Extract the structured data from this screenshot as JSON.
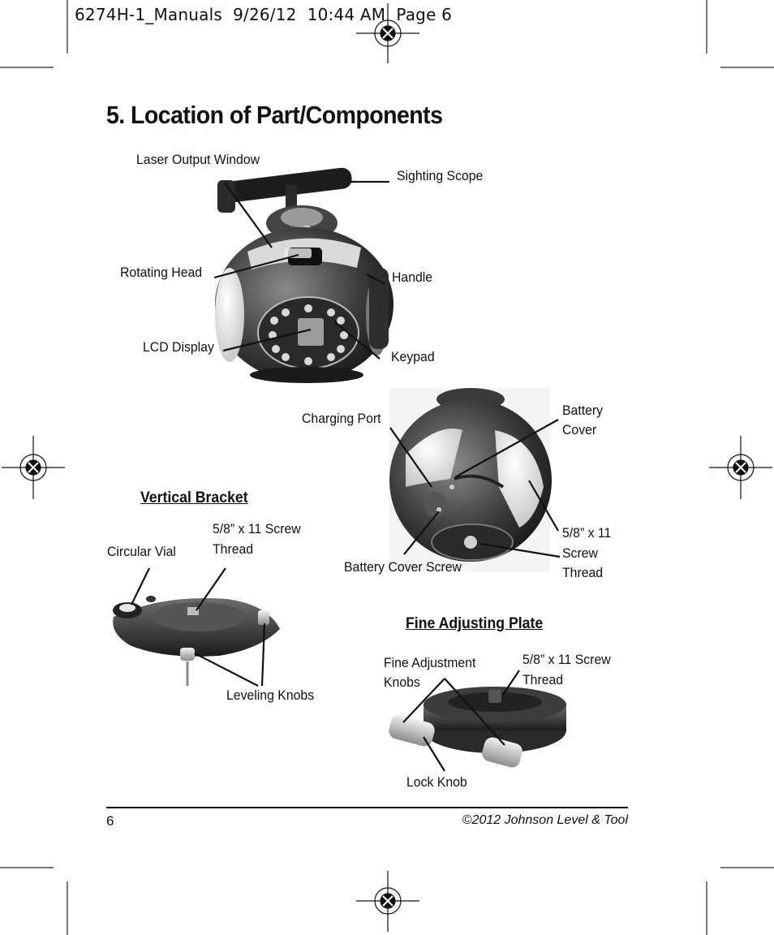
{
  "slug": "6274H-1_Manuals  9/26/12  10:44 AM  Page 6",
  "title": "5. Location of Part/Components",
  "labels": {
    "laser_output_window": "Laser Output Window",
    "sighting_scope": "Sighting Scope",
    "rotating_head": "Rotating Head",
    "handle": "Handle",
    "lcd_display": "LCD Display",
    "keypad": "Keypad",
    "charging_port": "Charging Port",
    "battery_cover_1": "Battery",
    "battery_cover_2": "Cover",
    "screw_thread_laser_1": "5/8” x 11",
    "screw_thread_laser_2": "Screw",
    "screw_thread_laser_3": "Thread",
    "battery_cover_screw": "Battery Cover Screw",
    "circular_vial": "Circular Vial",
    "screw_thread_bracket_1": "5/8” x 11 Screw",
    "screw_thread_bracket_2": "Thread",
    "leveling_knobs": "Leveling Knobs",
    "fine_adjustment_knobs_1": "Fine Adjustment",
    "fine_adjustment_knobs_2": "Knobs",
    "screw_thread_plate_1": "5/8” x 11 Screw",
    "screw_thread_plate_2": "Thread",
    "lock_knob": "Lock Knob"
  },
  "sections": {
    "vertical_bracket": "Vertical Bracket",
    "fine_adjusting_plate": "Fine Adjusting Plate"
  },
  "footer": {
    "page_number": "6",
    "copyright": "©2012 Johnson Level & Tool"
  }
}
